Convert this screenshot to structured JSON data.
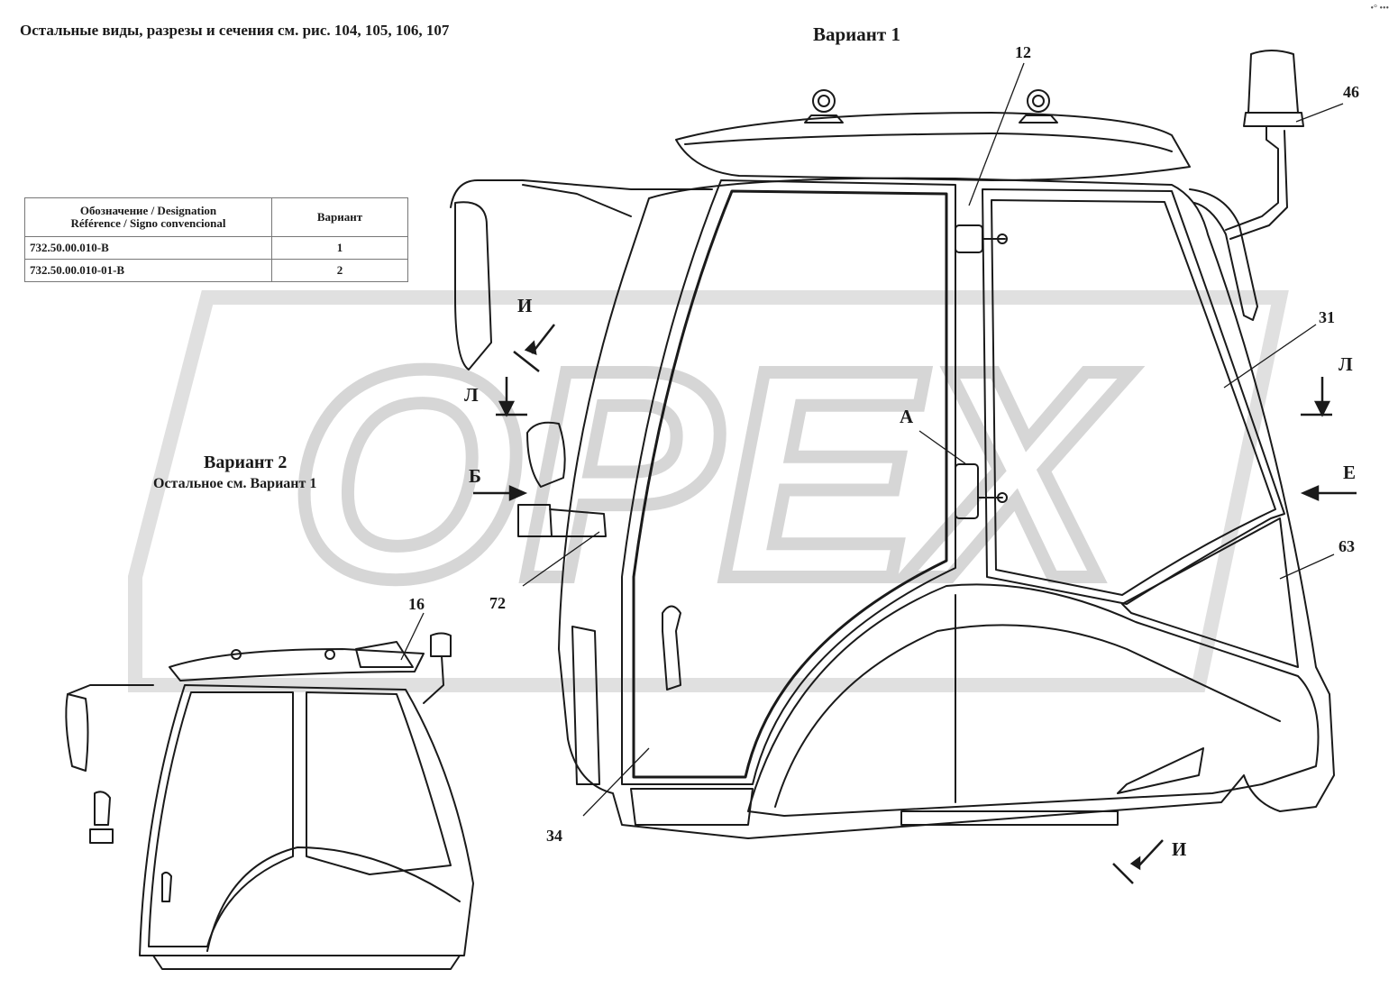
{
  "header": {
    "note": "Остальные виды, разрезы и сечения см. рис. 104, 105, 106, 107",
    "corner_mark": "•° •••"
  },
  "variant1": {
    "title": "Вариант 1"
  },
  "variant2": {
    "title": "Вариант 2",
    "subtitle": "Остальное см. Вариант 1"
  },
  "table": {
    "header_designation_line1": "Обозначение / Designation",
    "header_designation_line2": "Référence / Signo convencional",
    "header_variant": "Вариант",
    "rows": [
      {
        "designation": "732.50.00.010-В",
        "variant": "1"
      },
      {
        "designation": "732.50.00.010-01-В",
        "variant": "2"
      }
    ]
  },
  "callouts": {
    "c12": "12",
    "c46": "46",
    "c31": "31",
    "c63": "63",
    "c72": "72",
    "c34": "34",
    "c16": "16"
  },
  "views": {
    "I_top": "И",
    "L_left": "Л",
    "B_left": "Б",
    "A_mid": "А",
    "L_right": "Л",
    "E_right": "Е",
    "I_bottom": "И"
  },
  "watermark": {
    "text": "OPEX"
  },
  "colors": {
    "line": "#1a1a1a",
    "watermark": "#d9d9d9"
  }
}
